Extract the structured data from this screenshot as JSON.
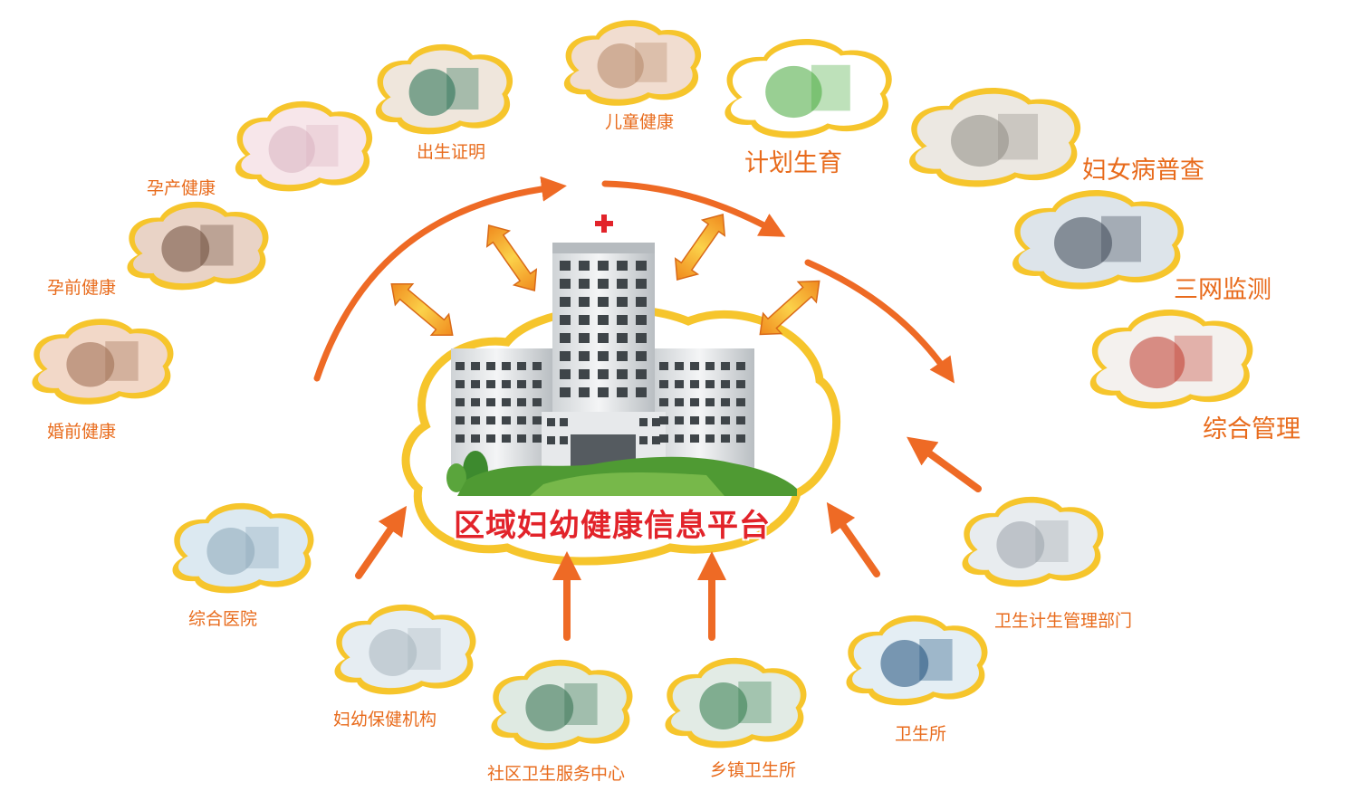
{
  "center": {
    "title": "区域妇幼健康信息平台"
  },
  "services": [
    {
      "id": "premarital",
      "label": "婚前健康",
      "icon": "couple-icon"
    },
    {
      "id": "preconception",
      "label": "孕前健康",
      "icon": "couple-icon"
    },
    {
      "id": "maternity",
      "label": "孕产健康",
      "icon": "mother-baby-icon"
    },
    {
      "id": "birth-cert",
      "label": "出生证明",
      "icon": "certificate-icon"
    },
    {
      "id": "child",
      "label": "儿童健康",
      "icon": "baby-icon"
    },
    {
      "id": "family-planning",
      "label": "计划生育",
      "icon": "family-planning-logo"
    },
    {
      "id": "gyn-screening",
      "label": "妇女病普查",
      "icon": "doctor-exam-icon"
    },
    {
      "id": "three-network",
      "label": "三网监测",
      "icon": "meeting-icon"
    },
    {
      "id": "integrated",
      "label": "综合管理",
      "icon": "documents-icon"
    }
  ],
  "sources": [
    {
      "id": "general-hospital",
      "label": "综合医院",
      "icon": "hospital-building-icon"
    },
    {
      "id": "mch-institution",
      "label": "妇幼保健机构",
      "icon": "hospital-building-icon"
    },
    {
      "id": "community-center",
      "label": "社区卫生服务中心",
      "icon": "clinic-storefront-icon"
    },
    {
      "id": "township",
      "label": "乡镇卫生所",
      "icon": "clinic-storefront-icon"
    },
    {
      "id": "health-station",
      "label": "卫生所",
      "icon": "clinic-storefront-icon"
    },
    {
      "id": "admin-dept",
      "label": "卫生计生管理部门",
      "icon": "government-building-icon"
    }
  ],
  "colors": {
    "cloud_border": "#f6c52c",
    "label": "#e86b1c",
    "arrow": "#ee6a25",
    "title": "#e2232a"
  }
}
